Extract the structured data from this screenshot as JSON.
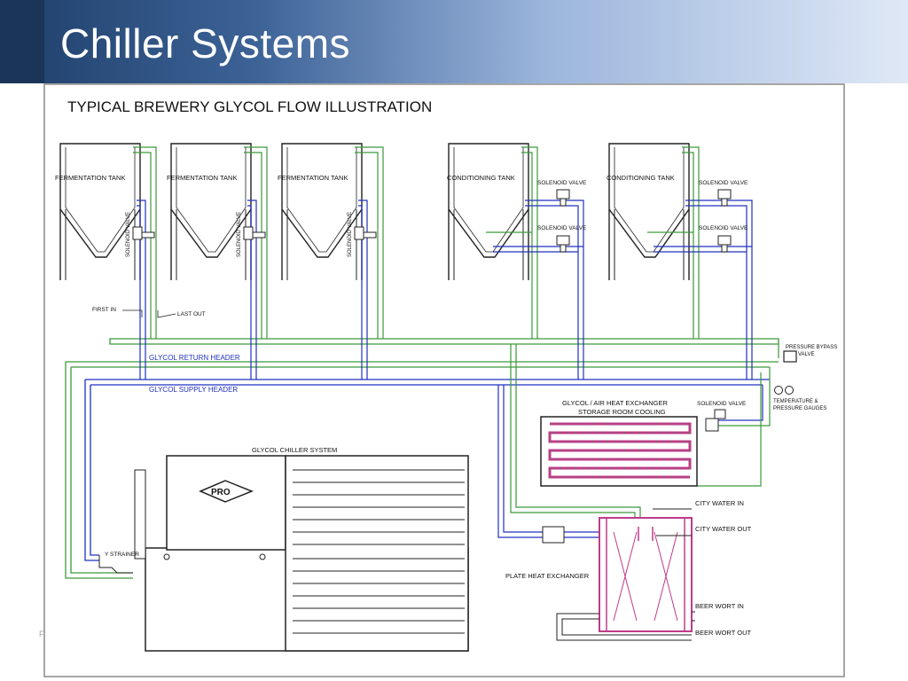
{
  "slide": {
    "title": "Chiller Systems",
    "footer": "F"
  },
  "diagram": {
    "title": "TYPICAL BREWERY GLYCOL FLOW ILLUSTRATION",
    "fermentation_tank": "FERMENTATION TANK",
    "conditioning_tank": "CONDITIONING TANK",
    "solenoid_valve": "SOLENOID VALVE",
    "first_in": "FIRST IN",
    "last_out": "LAST OUT",
    "glycol_return_header": "GLYCOL RETURN HEADER",
    "glycol_supply_header": "GLYCOL SUPPLY HEADER",
    "pressure_bypass_valve_line1": "PRESSURE BYPASS",
    "pressure_bypass_valve_line2": "VALVE",
    "temp_gauges_line1": "TEMPERATURE &",
    "temp_gauges_line2": "PRESSURE GAUGES",
    "air_hx_line1": "GLYCOL / AIR HEAT EXCHANGER",
    "air_hx_line2": "STORAGE ROOM COOLING",
    "chiller_system": "GLYCOL CHILLER SYSTEM",
    "logo": "PRO",
    "y_strainer": "Y STRAINER",
    "city_water_in": "CITY WATER IN",
    "city_water_out": "CITY WATER OUT",
    "plate_hx": "PLATE HEAT EXCHANGER",
    "beer_wort_in": "BEER WORT IN",
    "beer_wort_out": "BEER WORT OUT",
    "colors": {
      "supply": "#2030c0",
      "return": "#3a9a3a",
      "hx": "#c03a8a",
      "line": "#222222"
    }
  }
}
